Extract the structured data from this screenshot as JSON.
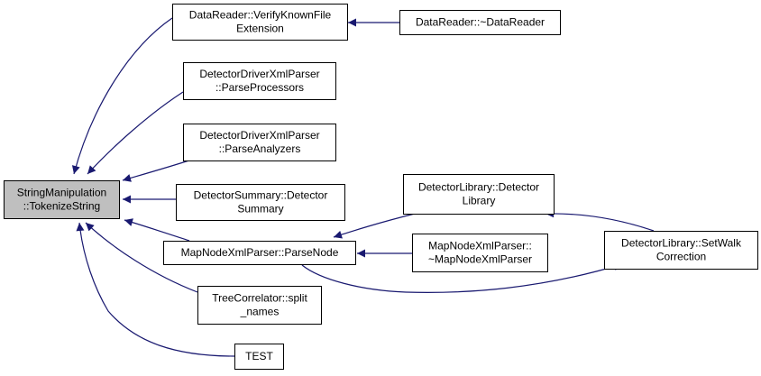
{
  "diagram": {
    "colors": {
      "edge": "#191970",
      "node_fill": "#ffffff",
      "root_fill": "#bfbfbf",
      "border": "#000000"
    },
    "nodes": [
      {
        "id": "tokenize",
        "lines": [
          "StringManipulation",
          "::TokenizeString"
        ],
        "root": true
      },
      {
        "id": "verify",
        "lines": [
          "DataReader::VerifyKnownFile",
          "Extension"
        ]
      },
      {
        "id": "datareader_dtor",
        "lines": [
          "DataReader::~DataReader"
        ]
      },
      {
        "id": "parse_processors",
        "lines": [
          "DetectorDriverXmlParser",
          "::ParseProcessors"
        ]
      },
      {
        "id": "parse_analyzers",
        "lines": [
          "DetectorDriverXmlParser",
          "::ParseAnalyzers"
        ]
      },
      {
        "id": "detector_summary",
        "lines": [
          "DetectorSummary::Detector",
          "Summary"
        ]
      },
      {
        "id": "parse_node",
        "lines": [
          "MapNodeXmlParser::ParseNode"
        ]
      },
      {
        "id": "split_names",
        "lines": [
          "TreeCorrelator::split",
          "_names"
        ]
      },
      {
        "id": "test",
        "lines": [
          "TEST"
        ]
      },
      {
        "id": "detector_library",
        "lines": [
          "DetectorLibrary::Detector",
          "Library"
        ]
      },
      {
        "id": "mapnode_dtor",
        "lines": [
          "MapNodeXmlParser::",
          "~MapNodeXmlParser"
        ]
      },
      {
        "id": "set_walk",
        "lines": [
          "DetectorLibrary::SetWalk",
          "Correction"
        ]
      }
    ],
    "edges": [
      {
        "from": "datareader_dtor",
        "to": "verify"
      },
      {
        "from": "verify",
        "to": "tokenize"
      },
      {
        "from": "parse_processors",
        "to": "tokenize"
      },
      {
        "from": "parse_analyzers",
        "to": "tokenize"
      },
      {
        "from": "detector_summary",
        "to": "tokenize"
      },
      {
        "from": "parse_node",
        "to": "tokenize"
      },
      {
        "from": "split_names",
        "to": "tokenize"
      },
      {
        "from": "test",
        "to": "tokenize"
      },
      {
        "from": "detector_library",
        "to": "parse_node"
      },
      {
        "from": "mapnode_dtor",
        "to": "parse_node"
      },
      {
        "from": "set_walk",
        "to": "detector_library"
      },
      {
        "from": "set_walk",
        "to": "parse_node"
      }
    ]
  }
}
